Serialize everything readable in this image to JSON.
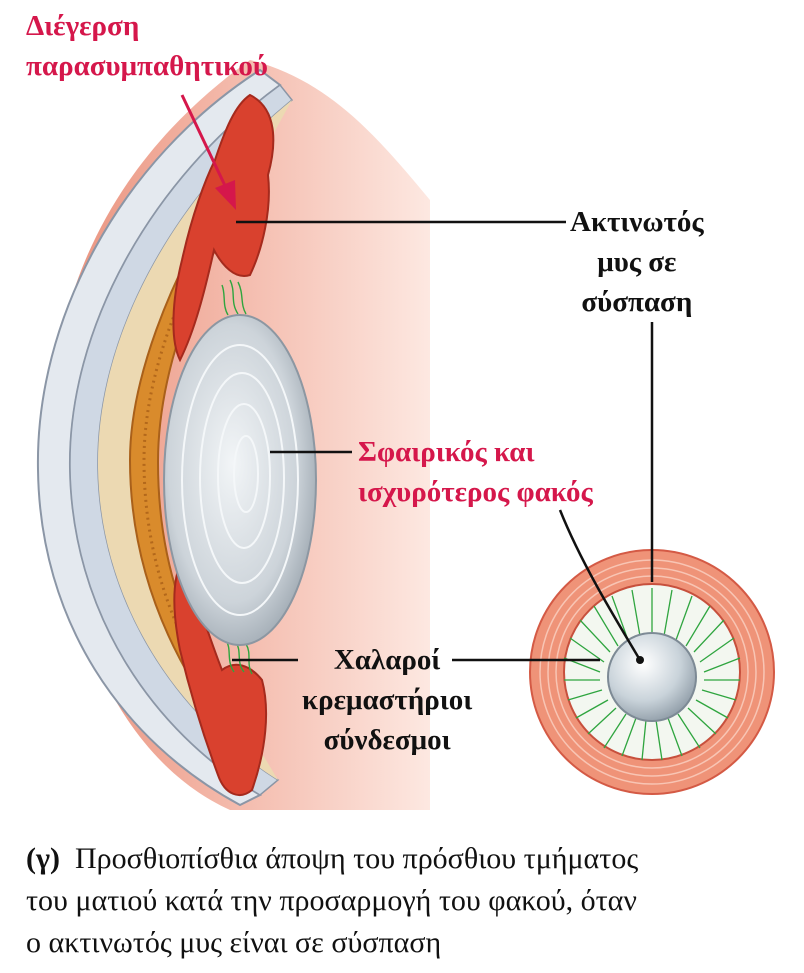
{
  "labels": {
    "parasympathetic": [
      "Διέγερση",
      "παρασυμπαθητικού"
    ],
    "ciliary_muscle": [
      "Ακτινωτός",
      "μυς σε",
      "σύσπαση"
    ],
    "lens": [
      "Σφαιρικός και",
      "ισχυρότερος φακός"
    ],
    "ligaments": [
      "Χαλαροί",
      "κρεμαστήριοι",
      "σύνδεσμοι"
    ]
  },
  "caption": {
    "letter": "(γ)",
    "line1": "Προσθιοπίσθια άποψη του πρόσθιου τμήματος",
    "line2": "του ματιού κατά την προσαρμογή του φακού, όταν",
    "line3": "ο ακτινωτός μυς είναι σε σύσπαση"
  },
  "colors": {
    "accent_label": "#d5174b",
    "eye_background": "#f1bcae",
    "ciliary_red": "#d9412e",
    "iris_orange": "#d98b2c",
    "cornea_beige": "#ecd9b2",
    "lens_gray": "#d7dde2",
    "zonule_green": "#2fa53f",
    "ring_salmon": "#ef9378"
  }
}
